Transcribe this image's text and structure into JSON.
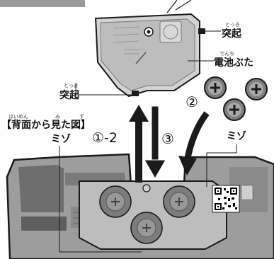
{
  "labels": {
    "protrusion_top": "突起",
    "protrusion_top_ruby": "とっき",
    "battery_cover": "電池ぶた",
    "battery_cover_ruby": "でんち",
    "protrusion_left": "突起",
    "protrusion_left_ruby": "とっき",
    "back_view_title": "【背面から見た図】",
    "back_view_ruby_1": "はいめん",
    "back_view_ruby_2": "み",
    "back_view_ruby_3": "ず",
    "groove_left": "ミゾ",
    "groove_right": "ミゾ",
    "step_1_2": "①-2",
    "step_2": "②",
    "step_3": "③"
  },
  "colors": {
    "outline": "#1a1a1a",
    "cover_fill": "#c9c9c9",
    "body_fill": "#9a9a9a",
    "body_dark": "#5a5a5a",
    "battery_fill": "#8c8c8c",
    "qr_dark": "#000000"
  },
  "icons": {
    "battery": "coin-cell-battery-icon",
    "up_arrow": "up-arrow-icon",
    "down_arrow": "down-arrow-icon",
    "curved_arrow": "curved-arrow-icon",
    "qr": "qr-code-icon"
  }
}
